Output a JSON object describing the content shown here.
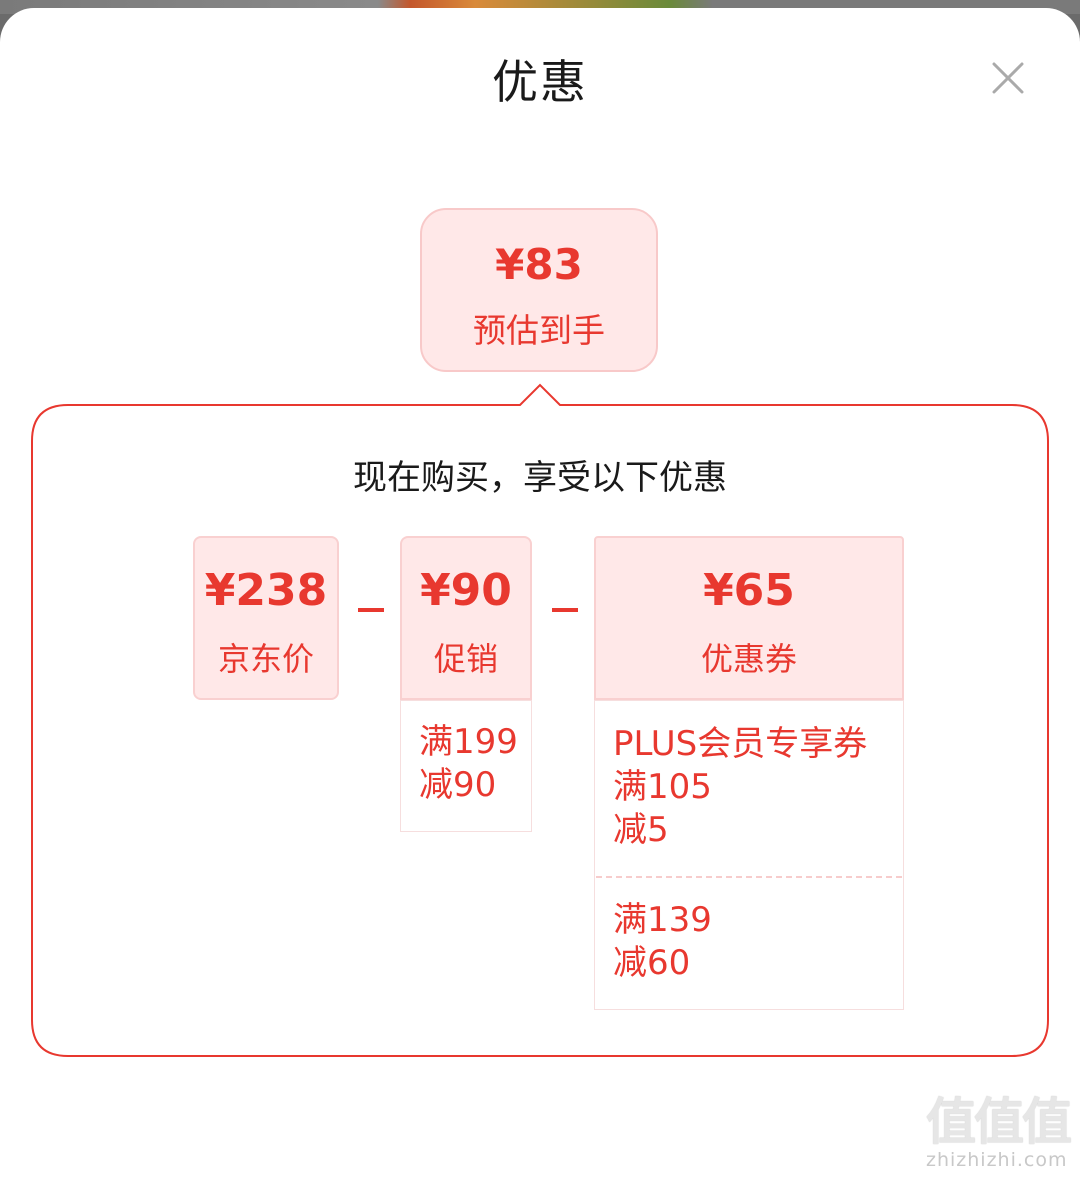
{
  "sheet": {
    "title": "优惠"
  },
  "estimate": {
    "amount": "¥83",
    "label": "预估到手"
  },
  "breakdown": {
    "heading": "现在购买，享受以下优惠",
    "price": {
      "amount": "¥238",
      "label": "京东价"
    },
    "promotion": {
      "amount": "¥90",
      "label": "促销",
      "details": [
        "满199",
        "减90"
      ]
    },
    "coupon": {
      "amount": "¥65",
      "label": "优惠券",
      "items": [
        {
          "lines": [
            "PLUS会员专享券",
            "满105",
            "减5"
          ]
        },
        {
          "lines": [
            "满139",
            "减60"
          ]
        }
      ]
    }
  },
  "watermark": {
    "logo_text": "值值值",
    "url": "zhizhizhi.com"
  },
  "colors": {
    "accent": "#e8382f",
    "box_fill": "#ffe8e8",
    "text_dark": "#1a1a1a"
  },
  "icons": {
    "close": "close-icon"
  }
}
